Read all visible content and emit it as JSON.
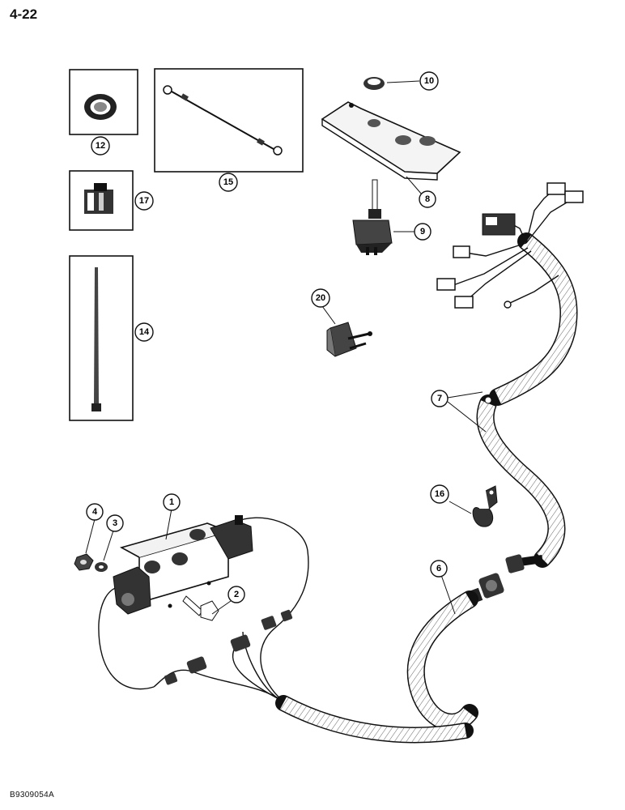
{
  "page": {
    "number": "4-22",
    "figure_code": "B9309054A"
  },
  "callouts": {
    "c1": "1",
    "c2": "2",
    "c3": "3",
    "c4": "4",
    "c6": "6",
    "c7": "7",
    "c8": "8",
    "c9": "9",
    "c10": "10",
    "c12": "12",
    "c14": "14",
    "c15": "15",
    "c16": "16",
    "c17": "17",
    "c20": "20"
  }
}
